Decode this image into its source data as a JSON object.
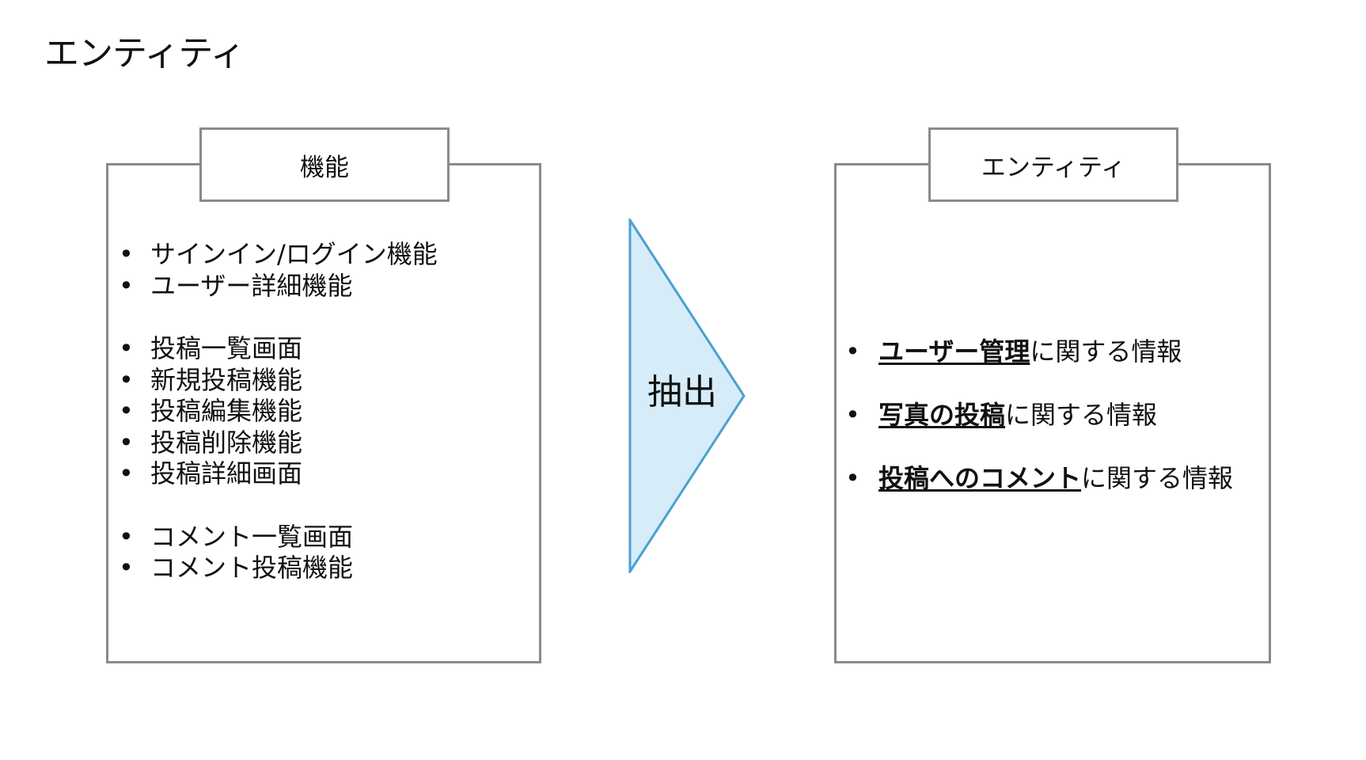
{
  "page": {
    "title": "エンティティ"
  },
  "left_panel": {
    "tab_label": "機能",
    "groups": [
      [
        "サインイン/ログイン機能",
        "ユーザー詳細機能"
      ],
      [
        "投稿一覧画面",
        "新規投稿機能",
        "投稿編集機能",
        "投稿削除機能",
        "投稿詳細画面"
      ],
      [
        "コメント一覧画面",
        "コメント投稿機能"
      ]
    ]
  },
  "arrow": {
    "label": "抽出",
    "fill_color": "#d6ecf8",
    "stroke_color": "#4aa0d0"
  },
  "right_panel": {
    "tab_label": "エンティティ",
    "items": [
      {
        "key": "ユーザー管理",
        "suffix": "に関する情報"
      },
      {
        "key": "写真の投稿",
        "suffix": "に関する情報"
      },
      {
        "key": "投稿へのコメント",
        "suffix": "に関する情報"
      }
    ]
  }
}
